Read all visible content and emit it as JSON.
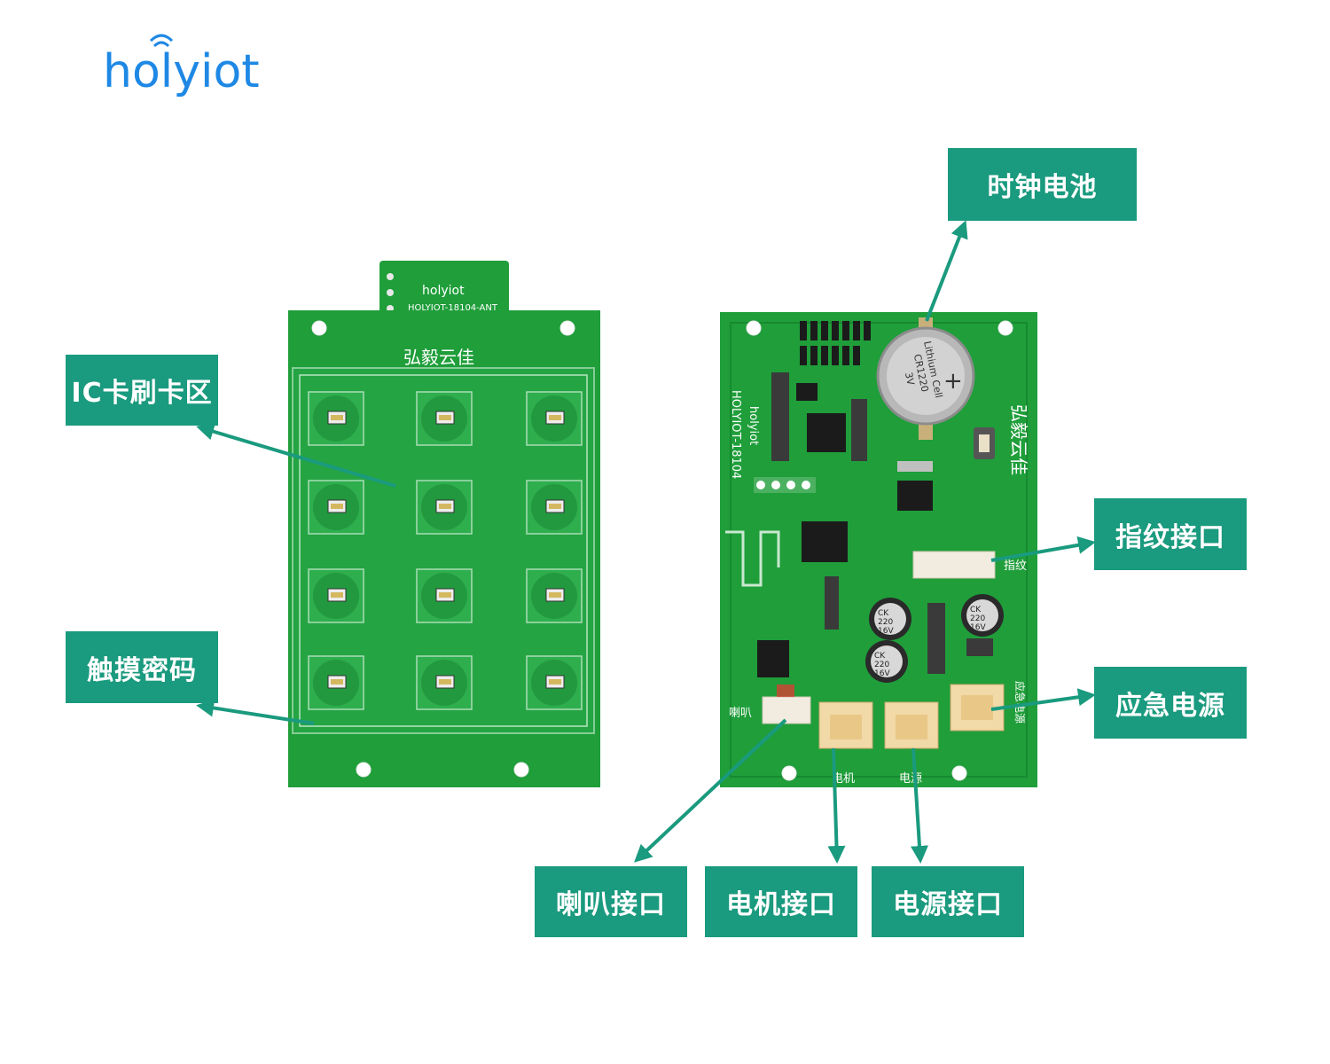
{
  "brand": {
    "logo_text": "holyiot",
    "colors": {
      "logo": "#1e88e5",
      "callout": "#1a9a7e",
      "pcb": "#1f9e3a",
      "pcb_dark": "#167a2c"
    }
  },
  "front_board": {
    "antenna_logo": "holyiot",
    "antenna_model": "HOLYIOT-18104-ANT",
    "chinese_brand": "弘毅云佳",
    "key_count": 12
  },
  "back_board": {
    "model": "HOLYIOT-18104",
    "brand_logo": "holyiot",
    "chinese_brand": "弘毅云佳",
    "battery_text_lines": [
      "Lithium Cell",
      "CR1220",
      "3V"
    ],
    "battery_plus": "+",
    "cap_labels": [
      "CK",
      "220",
      "16V"
    ],
    "silk_fingerprint": "指纹",
    "silk_speaker": "喇叭",
    "silk_motor": "电机",
    "silk_power": "电源",
    "silk_emergency": "应急电源"
  },
  "callouts": {
    "clock_battery": "时钟电池",
    "ic_card_area": "IC卡刷卡区",
    "touch_password": "触摸密码",
    "fingerprint_port": "指纹接口",
    "emergency_power": "应急电源",
    "speaker_port": "喇叭接口",
    "motor_port": "电机接口",
    "power_port": "电源接口"
  }
}
